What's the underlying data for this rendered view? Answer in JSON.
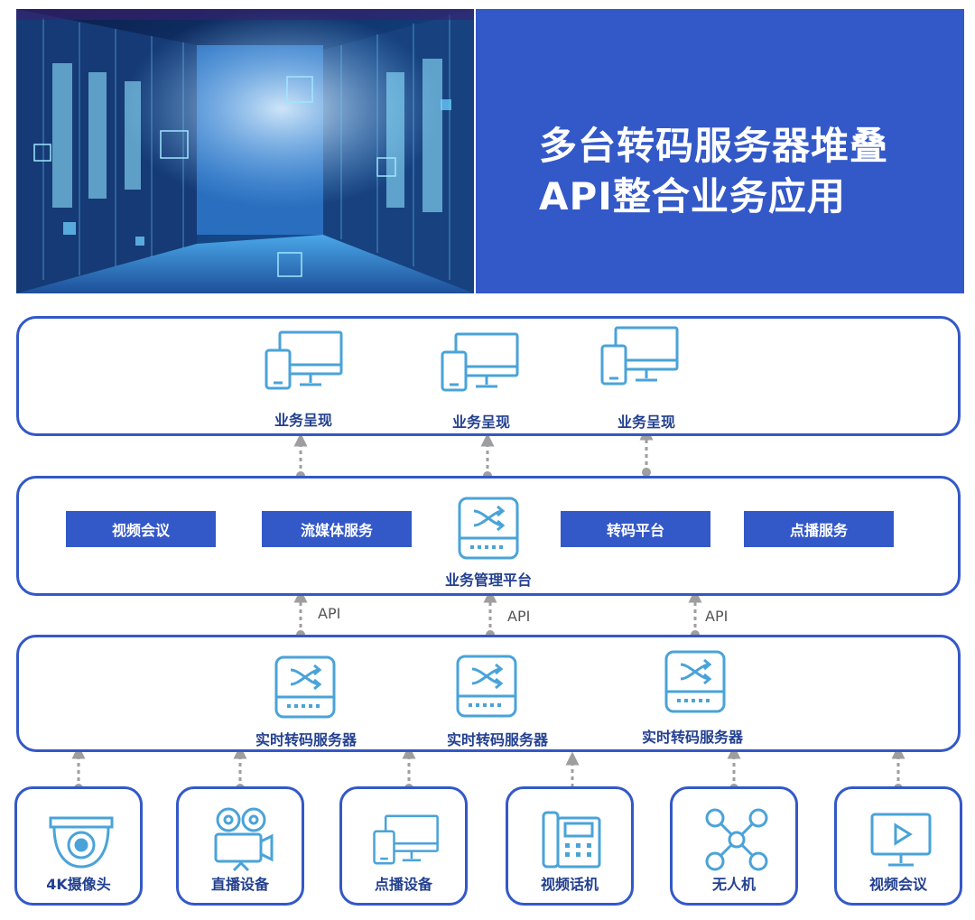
{
  "hero": {
    "title_line1": "多台转码服务器堆叠",
    "title_line2": "API整合业务应用"
  },
  "presentation_layer": {
    "items": [
      {
        "label": "业务呈现",
        "icon": "monitor-phone-icon"
      },
      {
        "label": "业务呈现",
        "icon": "monitor-phone-icon"
      },
      {
        "label": "业务呈现",
        "icon": "monitor-phone-icon"
      }
    ]
  },
  "platform_layer": {
    "services": [
      "视频会议",
      "流媒体服务",
      "转码平台",
      "点播服务"
    ],
    "center_label": "业务管理平台",
    "center_icon": "server-switch-icon"
  },
  "api_labels": [
    "API",
    "API",
    "API"
  ],
  "transcode_layer": {
    "servers": [
      {
        "label": "实时转码服务器",
        "icon": "server-switch-icon"
      },
      {
        "label": "实时转码服务器",
        "icon": "server-switch-icon"
      },
      {
        "label": "实时转码服务器",
        "icon": "server-switch-icon"
      }
    ]
  },
  "devices": [
    {
      "label": "4K摄像头",
      "icon": "dome-camera-icon"
    },
    {
      "label": "直播设备",
      "icon": "film-camera-icon"
    },
    {
      "label": "点播设备",
      "icon": "monitor-phone-icon"
    },
    {
      "label": "视频话机",
      "icon": "desk-phone-icon"
    },
    {
      "label": "无人机",
      "icon": "drone-icon"
    },
    {
      "label": "视频会议",
      "icon": "video-screen-icon"
    }
  ],
  "colors": {
    "panel_border": "#3358c8",
    "icon_stroke": "#4aa3d8",
    "label_text": "#23408f",
    "connector": "#9e9e9e"
  }
}
